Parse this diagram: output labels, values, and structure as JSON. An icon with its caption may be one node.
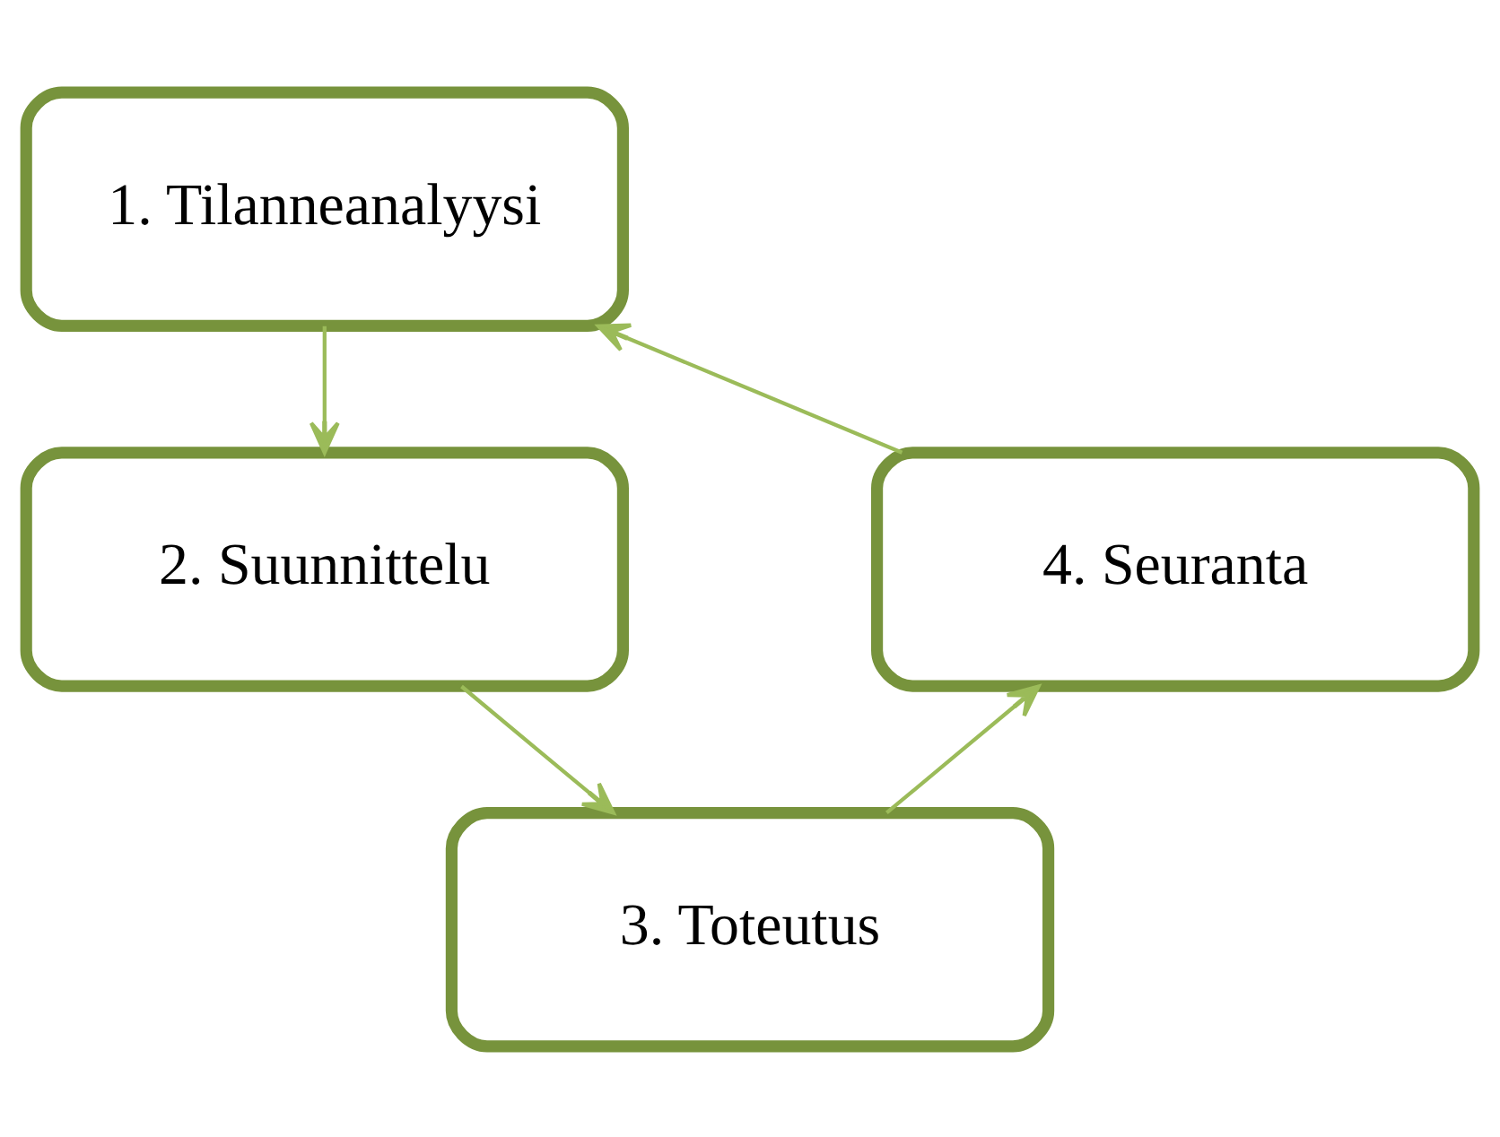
{
  "diagram": {
    "nodes": [
      {
        "text": [
          "1. Tilanneanalyysi"
        ]
      },
      {
        "text": [
          "2. Suunnittelu"
        ]
      },
      {
        "text": [
          "3. Toteutus"
        ]
      },
      {
        "text": [
          "4. Seuranta"
        ]
      }
    ],
    "edges": [
      {
        "from": 0,
        "to": 1,
        "arrow": "to"
      },
      {
        "from": 1,
        "to": 2,
        "arrow": "to"
      },
      {
        "from": 2,
        "to": 3,
        "arrow": "to"
      },
      {
        "from": 3,
        "to": 0,
        "arrow": "to"
      }
    ]
  }
}
